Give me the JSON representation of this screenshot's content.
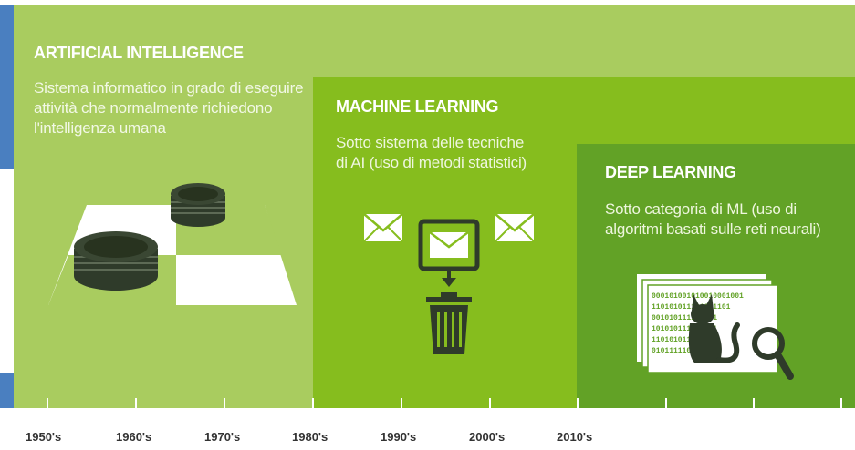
{
  "sections": {
    "ai": {
      "title": "ARTIFICIAL INTELLIGENCE",
      "description": "Sistema informatico in grado di eseguire attività che normalmente richiedono l'intelligenza umana",
      "color": "#a9cc5f"
    },
    "ml": {
      "title": "MACHINE LEARNING",
      "description": "Sotto sistema delle tecniche di AI (uso di metodi statistici)",
      "color": "#86bd1e"
    },
    "dl": {
      "title": "DEEP LEARNING",
      "description": "Sotto categoria di ML (uso di algoritmi basati sulle reti neurali)",
      "color": "#62a226"
    }
  },
  "timeline": {
    "decades": [
      "1950's",
      "1960's",
      "1970's",
      "1980's",
      "1990's",
      "2000's",
      "2010's"
    ]
  },
  "illustrations": {
    "ai": "checkers-board-icon",
    "ml": "email-spam-filter-icon",
    "dl": "cat-recognition-icon"
  },
  "binary_text": [
    "000101001010010001001",
    "110101011101011101",
    "001010111101011",
    "101010111011011",
    "110101011101",
    "010111110101"
  ]
}
